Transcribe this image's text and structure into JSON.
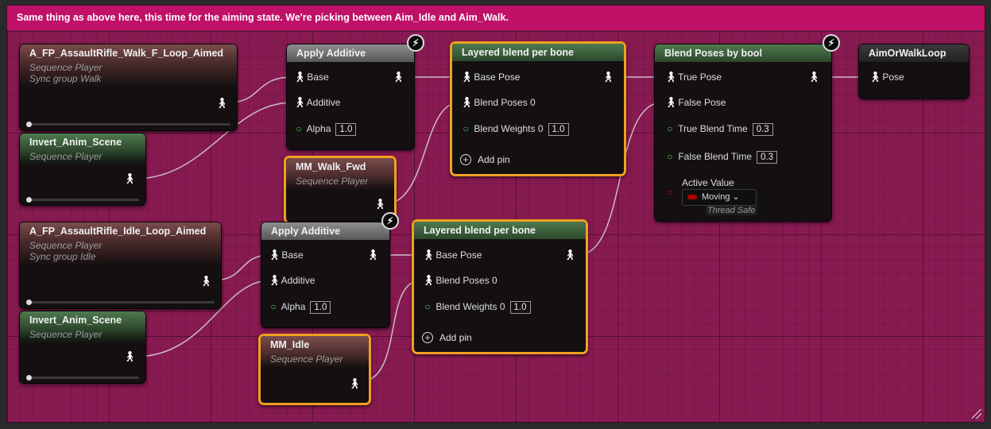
{
  "comment": {
    "text": "Same thing as above here, this time for the aiming state. We're picking between Aim_Idle and Aim_Walk."
  },
  "colors": {
    "comment_bg": "#881a52",
    "comment_header": "#c01068",
    "selection": "#f0a020",
    "float_pin": "#4fd84f",
    "bool_pin": "#d01010",
    "exec_pin": "#ffffff"
  },
  "icons": {
    "pose_pin": "stick-figure",
    "float_pin": "hollow-circle-arrow",
    "bool_pin": "hollow-circle-arrow-red",
    "fast_path": "lightning-bolt"
  },
  "nodes": {
    "walk_loop": {
      "title": "A_FP_AssaultRifle_Walk_F_Loop_Aimed",
      "subtitle": "Sequence Player",
      "sync": "Sync group Walk"
    },
    "invert_top": {
      "title": "Invert_Anim_Scene",
      "subtitle": "Sequence Player"
    },
    "apply_add_top": {
      "title": "Apply Additive",
      "base": "Base",
      "additive": "Additive",
      "alpha": "Alpha",
      "alpha_value": "1.0"
    },
    "mm_walk": {
      "title": "MM_Walk_Fwd",
      "subtitle": "Sequence Player"
    },
    "layered_top": {
      "title": "Layered blend per bone",
      "base_pose": "Base Pose",
      "blend_poses": "Blend Poses 0",
      "blend_weights": "Blend Weights 0",
      "blend_weights_value": "1.0",
      "add_pin": "Add pin"
    },
    "blend_bool": {
      "title": "Blend Poses by bool",
      "true_pose": "True Pose",
      "false_pose": "False Pose",
      "true_blend_time": "True Blend Time",
      "true_blend_value": "0.3",
      "false_blend_time": "False Blend Time",
      "false_blend_value": "0.3",
      "active_value": "Active Value",
      "active_selected": "Moving",
      "thread_safe": "Thread Safe"
    },
    "aim_or_walk": {
      "title": "AimOrWalkLoop",
      "pose": "Pose"
    },
    "idle_loop": {
      "title": "A_FP_AssaultRifle_Idle_Loop_Aimed",
      "subtitle": "Sequence Player",
      "sync": "Sync group Idle"
    },
    "invert_bottom": {
      "title": "Invert_Anim_Scene",
      "subtitle": "Sequence Player"
    },
    "apply_add_bottom": {
      "title": "Apply Additive",
      "base": "Base",
      "additive": "Additive",
      "alpha": "Alpha",
      "alpha_value": "1.0"
    },
    "mm_idle": {
      "title": "MM_Idle",
      "subtitle": "Sequence Player"
    },
    "layered_bottom": {
      "title": "Layered blend per bone",
      "base_pose": "Base Pose",
      "blend_poses": "Blend Poses 0",
      "blend_weights": "Blend Weights 0",
      "blend_weights_value": "1.0",
      "add_pin": "Add pin"
    }
  }
}
